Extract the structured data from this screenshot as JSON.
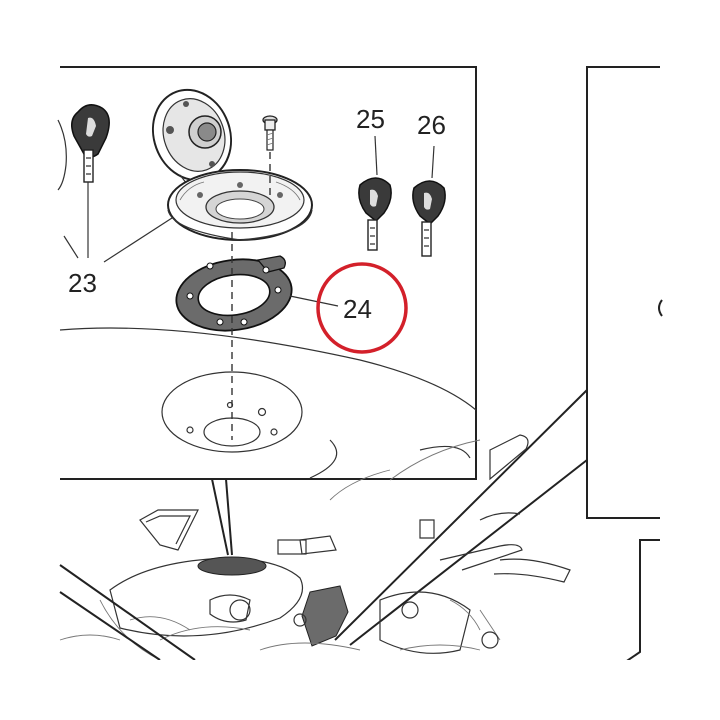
{
  "callouts": {
    "c23": "23",
    "c24": "24",
    "c25": "25",
    "c26": "26"
  },
  "highlight": {
    "color": "#d3202a",
    "target": "24"
  },
  "colors": {
    "line": "#222222",
    "shade": "#6b6b6b",
    "background": "#ffffff"
  },
  "icons": [
    "key-icon",
    "fuel-cap-icon",
    "gasket-ring-icon",
    "bolt-icon"
  ]
}
